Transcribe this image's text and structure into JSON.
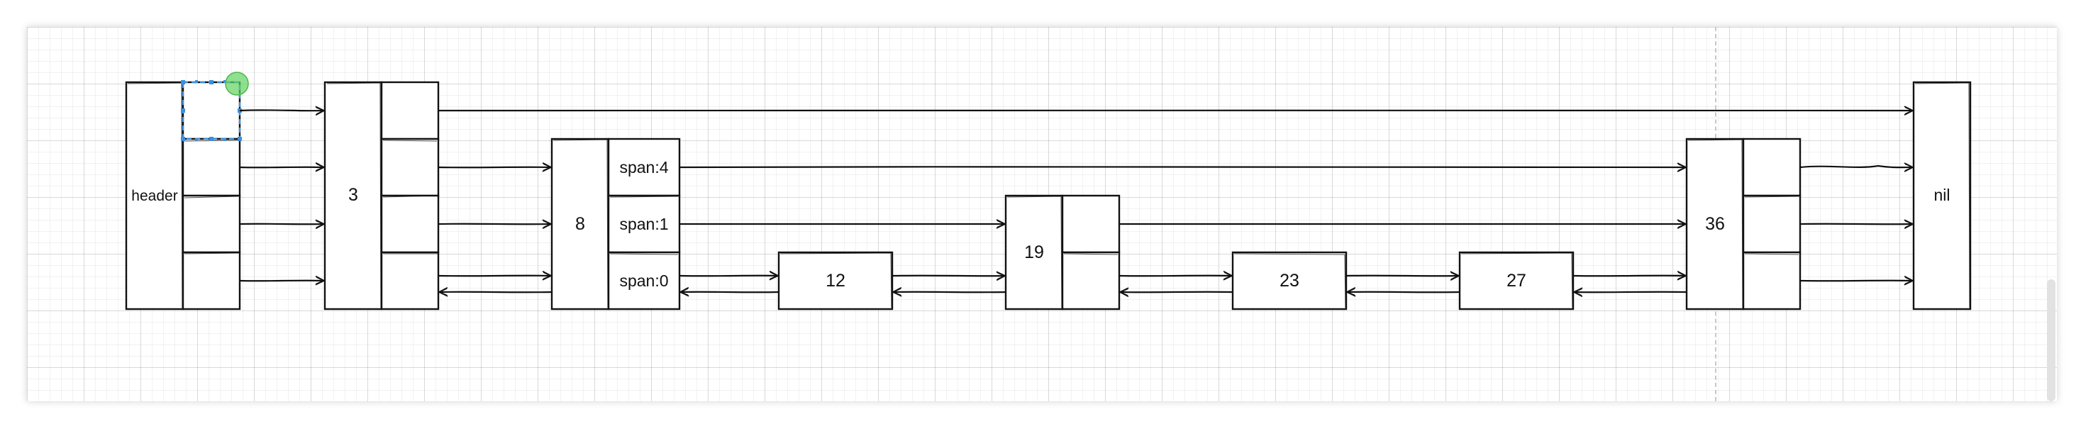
{
  "diagram": {
    "header_label": "header",
    "nil_label": "nil",
    "nodes": [
      {
        "label": "3"
      },
      {
        "label": "8"
      },
      {
        "label": "12"
      },
      {
        "label": "19"
      },
      {
        "label": "23"
      },
      {
        "label": "27"
      },
      {
        "label": "36"
      }
    ],
    "span_labels": [
      "span:4",
      "span:1",
      "span:0"
    ],
    "colors": {
      "stroke": "#111111",
      "selection": "#3b8fe0",
      "selection_handle": "#5fd35f"
    }
  }
}
